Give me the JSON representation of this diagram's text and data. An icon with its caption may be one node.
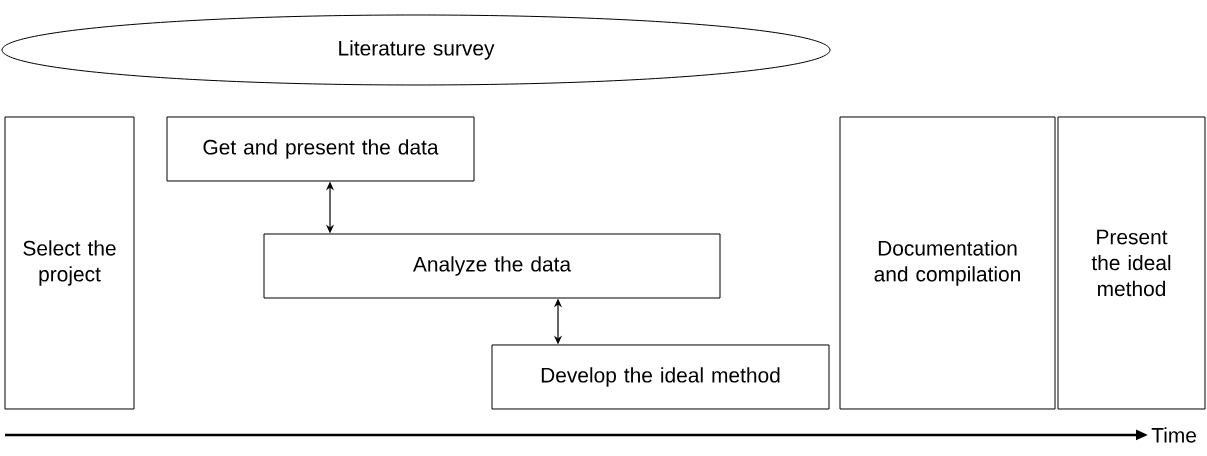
{
  "diagram": {
    "nodes": [
      {
        "text": [
          "Literature survey"
        ]
      },
      {
        "text": [
          "Select the project"
        ]
      },
      {
        "text": [
          "Get and present the data"
        ]
      },
      {
        "text": [
          "Analyze the data"
        ]
      },
      {
        "text": [
          "Develop the ideal method"
        ]
      },
      {
        "text": [
          "Documentation and compilation"
        ]
      },
      {
        "text": [
          "Present the ideal method"
        ]
      }
    ],
    "edges": [
      {
        "from": 2,
        "to": 3,
        "arrow": "both"
      },
      {
        "from": 3,
        "to": 4,
        "arrow": "both"
      }
    ],
    "labels": [
      "Time"
    ]
  }
}
